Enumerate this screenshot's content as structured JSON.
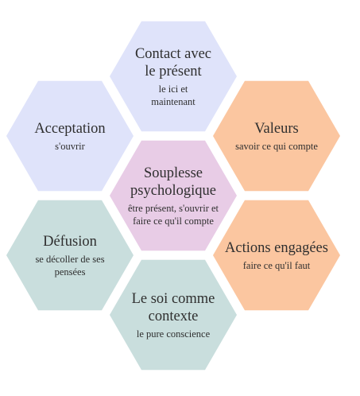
{
  "colors": {
    "lavender": "#dfe3fa",
    "peach": "#fbc6a0",
    "pink": "#e8cce6",
    "sage": "#c9dedd"
  },
  "hexagons": [
    {
      "id": "contact",
      "title": [
        "Contact avec",
        "le présent"
      ],
      "subtitle": [
        "le ici et",
        "maintenant"
      ],
      "color": "lavender"
    },
    {
      "id": "acceptation",
      "title": [
        "Acceptation"
      ],
      "subtitle": [
        "s'ouvrir"
      ],
      "color": "lavender"
    },
    {
      "id": "valeurs",
      "title": [
        "Valeurs"
      ],
      "subtitle": [
        "savoir ce qui compte"
      ],
      "color": "peach"
    },
    {
      "id": "souplesse",
      "title": [
        "Souplesse",
        "psychologique"
      ],
      "subtitle": [
        "être présent, s'ouvrir et",
        "faire ce qu'il compte"
      ],
      "color": "pink"
    },
    {
      "id": "defusion",
      "title": [
        "Défusion"
      ],
      "subtitle": [
        "se décoller de ses",
        "pensées"
      ],
      "color": "sage"
    },
    {
      "id": "actions",
      "title": [
        "Actions engagées"
      ],
      "subtitle": [
        "faire ce qu'il faut"
      ],
      "color": "peach"
    },
    {
      "id": "soi",
      "title": [
        "Le soi comme",
        "contexte"
      ],
      "subtitle": [
        "le pure conscience"
      ],
      "color": "sage"
    }
  ]
}
